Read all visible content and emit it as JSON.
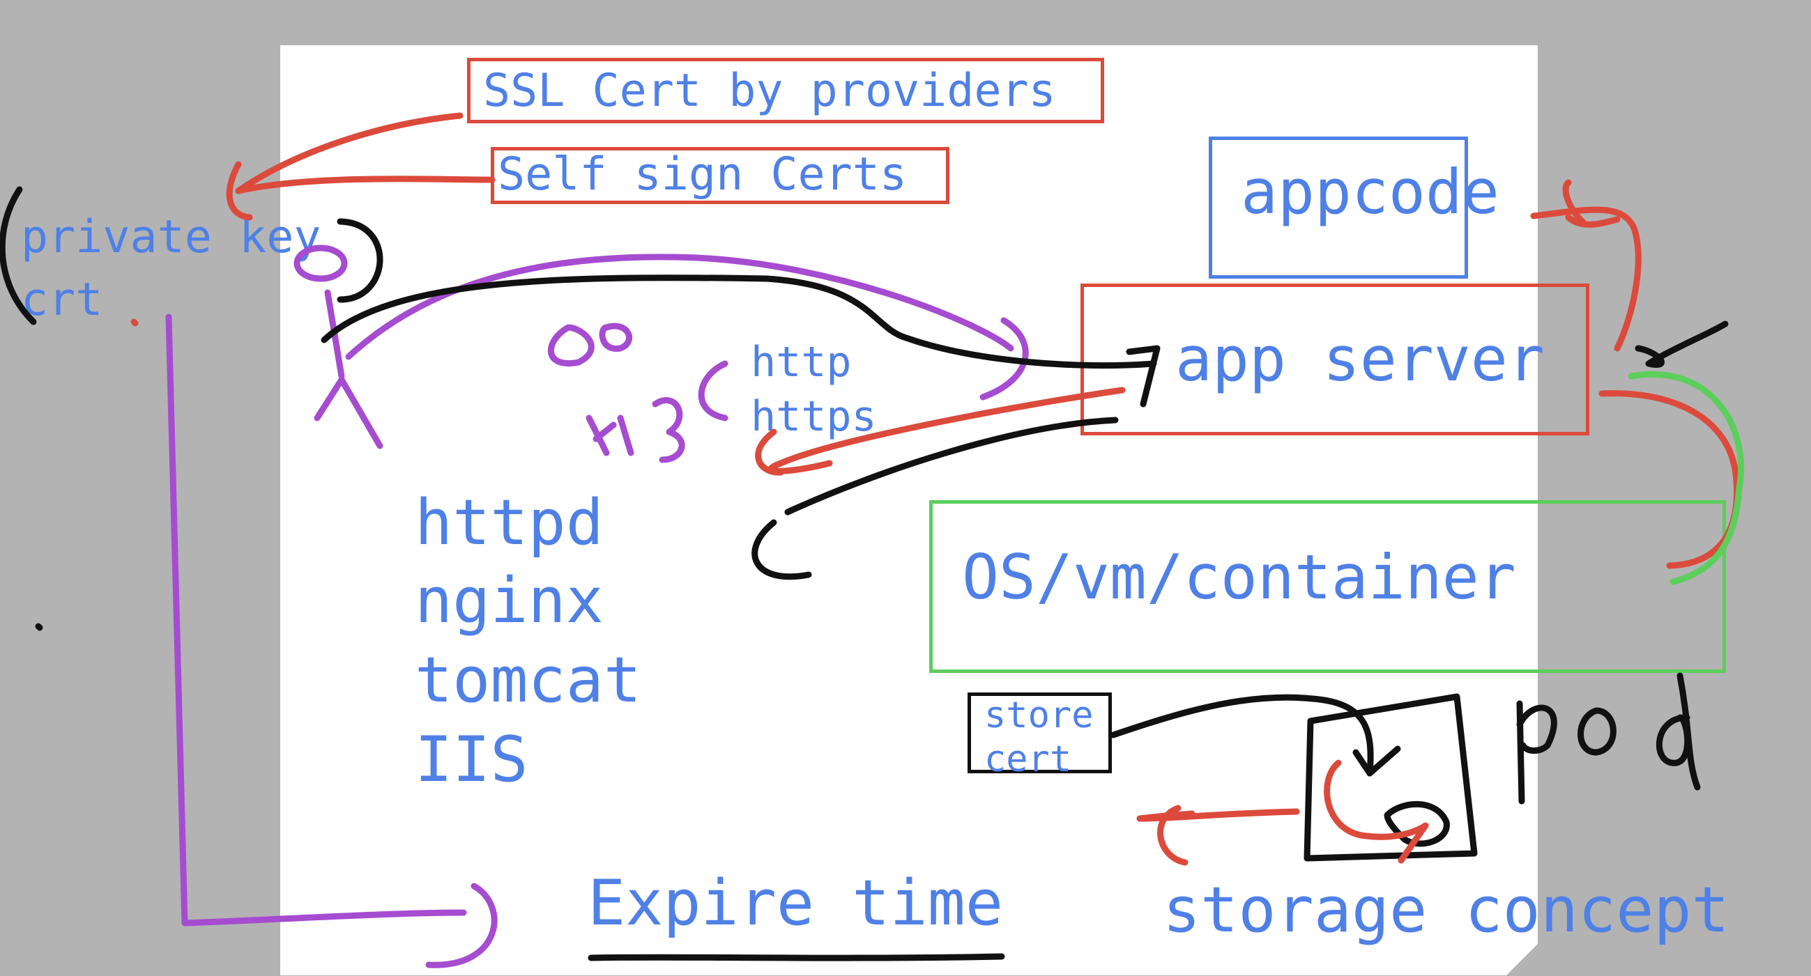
{
  "certs": {
    "ssl_by_providers": "SSL Cert by providers",
    "self_sign": "Self sign Certs"
  },
  "key_files": {
    "private_key": "private key",
    "crt": "crt"
  },
  "protocols": {
    "http": "http",
    "https": "https",
    "port_http": "80",
    "port_https": "443"
  },
  "servers": [
    "httpd",
    "nginx",
    "tomcat",
    "IIS"
  ],
  "stack": {
    "appcode": "appcode",
    "app_server": "app server",
    "os": "OS/vm/container"
  },
  "storage": {
    "store_cert": "store\ncert",
    "pod": "pod",
    "concept": "storage concept"
  },
  "expire": "Expire time",
  "colors": {
    "text_blue": "#4f80e6",
    "ink_red": "#dc4a3c",
    "ink_purple": "#a64cd0",
    "ink_black": "#111111",
    "ink_green": "#5cce5c",
    "canvas_gray": "#b3b3b3"
  }
}
